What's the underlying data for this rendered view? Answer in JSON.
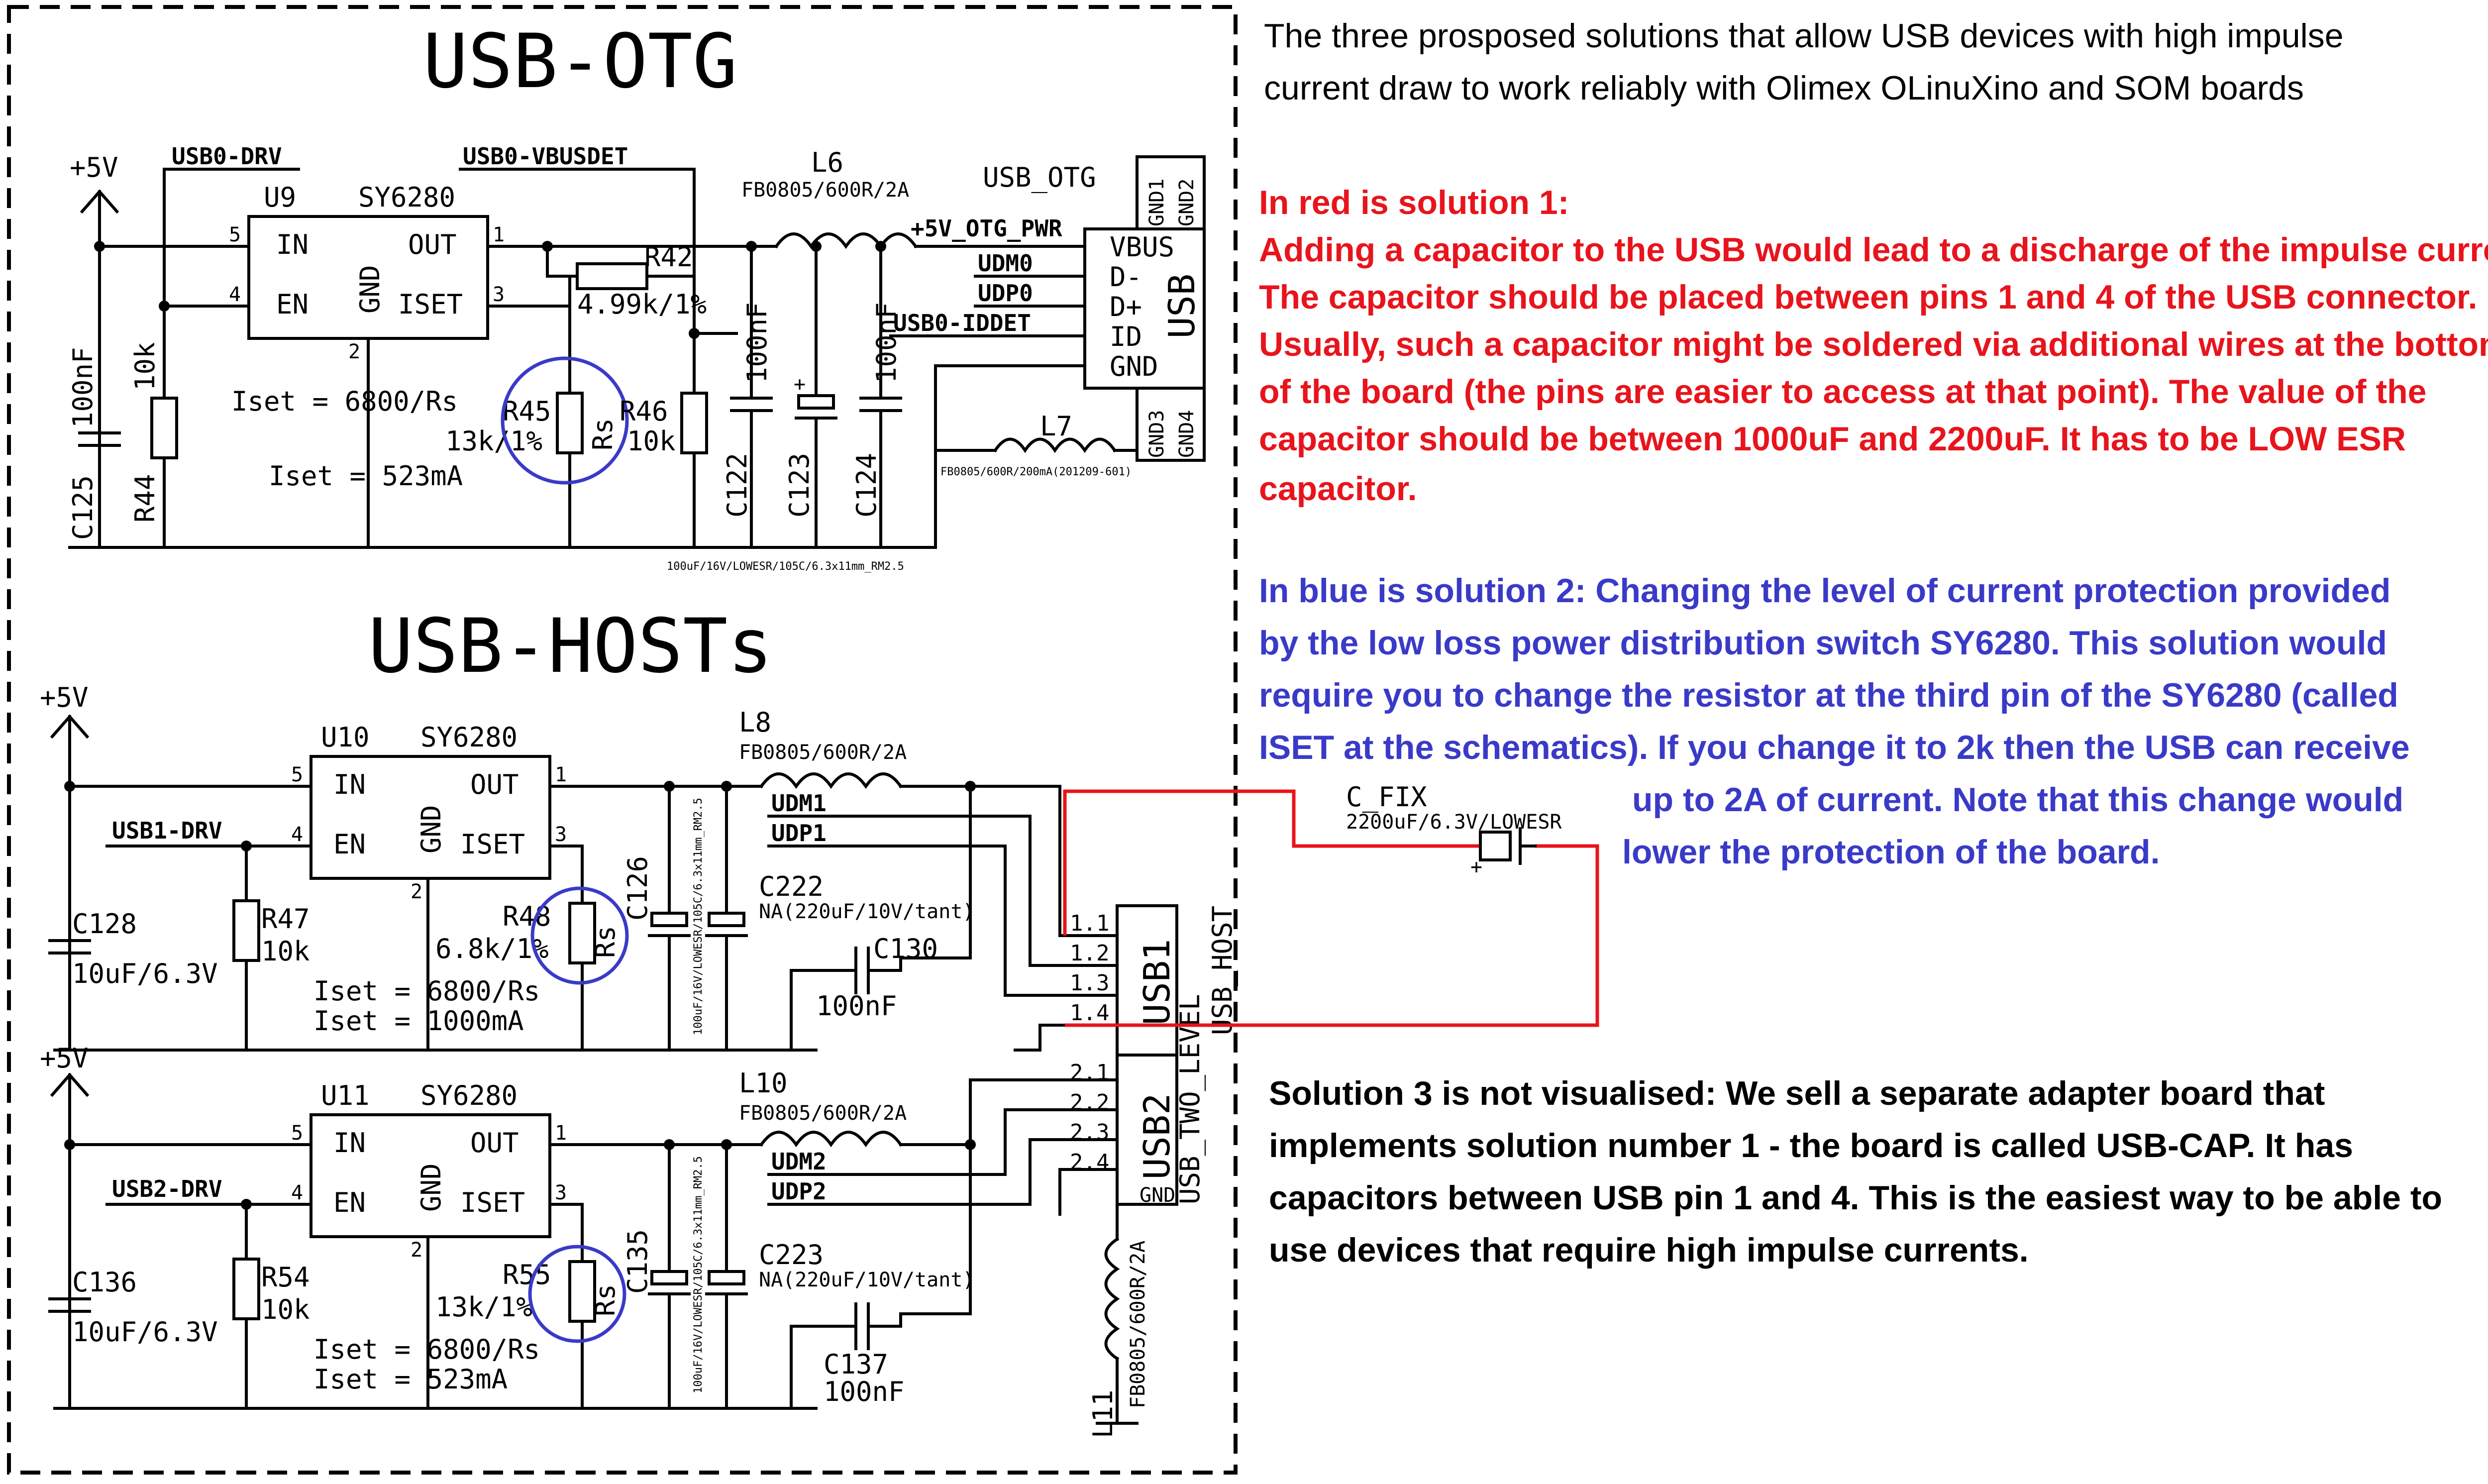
{
  "titles": {
    "otg": "USB-OTG",
    "hosts": "USB-HOSTs"
  },
  "notes": {
    "intro": [
      "The three prosposed solutions that allow USB devices with high impulse",
      "current draw to work reliably with Olimex OLinuXino and SOM boards"
    ],
    "red": [
      "In red is solution 1:",
      "Adding a capacitor to the USB would lead to a discharge of the impulse currents.",
      "The capacitor should be placed between pins 1 and 4 of the USB connector.",
      "Usually, such a capacitor might be soldered via additional wires at the bottom",
      "of the board (the pins are easier to access at that point). The value of the",
      "capacitor should be between 1000uF and 2200uF. It has to be LOW ESR",
      "capacitor."
    ],
    "blue": [
      "In blue is solution 2: Changing the level of current protection provided",
      "by the low loss power distribution switch SY6280. This solution would",
      "require you to change the resistor at the third pin of the SY6280 (called",
      "ISET at the schematics). If you change it to 2k then the USB can receive",
      "up to 2A of current. Note that this change would",
      "lower the protection of the board."
    ],
    "black": [
      "Solution 3 is not visualised: We sell a separate adapter board that",
      "implements solution number 1 - the board is called USB-CAP. It has",
      "capacitors between USB pin 1 and 4. This is the easiest way to be able to",
      "use devices that require high impulse currents."
    ]
  },
  "colors": {
    "red": "#e8141c",
    "blue": "#3a3ac8",
    "black": "#000000"
  },
  "otg": {
    "vin": "+5V",
    "usb0_drv": "USB0-DRV",
    "usb0_vbusdet": "USB0-VBUSDET",
    "u9": {
      "ref": "U9",
      "part": "SY6280",
      "in": "IN",
      "en": "EN",
      "out": "OUT",
      "iset": "ISET",
      "gnd": "GND",
      "pin5": "5",
      "pin4": "4",
      "pin1": "1",
      "pin3": "3",
      "pin2": "2"
    },
    "r42": {
      "ref": "R42",
      "value": "4.99k/1%"
    },
    "iset_formula": "Iset = 6800/Rs",
    "iset_value": "Iset = 523mA",
    "r45": {
      "ref": "R45",
      "value": "13k/1%",
      "rs": "Rs"
    },
    "r46": {
      "ref": "R46",
      "value": "10k"
    },
    "c125": {
      "ref": "C125",
      "value": "100nF"
    },
    "r44": {
      "ref": "R44",
      "value": "10k"
    },
    "l6": {
      "ref": "L6",
      "value": "FB0805/600R/2A"
    },
    "net_otg_pwr": "+5V_OTG_PWR",
    "udm0": "UDM0",
    "udp0": "UDP0",
    "iddet": "USB0-IDDET",
    "c122": {
      "ref": "C122",
      "value": "100nF"
    },
    "c123": {
      "ref": "C123",
      "value": "100uF/16V/LOWESR/105C/6.3x11mm_RM2.5"
    },
    "c124": {
      "ref": "C124",
      "value": "100nF"
    },
    "l7": {
      "ref": "L7",
      "value": "FB0805/600R/200mA(201209-601)"
    },
    "conn": {
      "ref": "USB_OTG",
      "name": "USB",
      "vbus": "VBUS",
      "dm": "D-",
      "dp": "D+",
      "id": "ID",
      "gnd": "GND",
      "gnd1": "GND1",
      "gnd2": "GND2",
      "gnd3": "GND3",
      "gnd4": "GND4"
    }
  },
  "hosts": {
    "vin": "+5V",
    "u10": {
      "ref": "U10",
      "part": "SY6280",
      "drv": "USB1-DRV",
      "in": "IN",
      "en": "EN",
      "out": "OUT",
      "iset": "ISET",
      "gnd": "GND",
      "pin5": "5",
      "pin4": "4",
      "pin1": "1",
      "pin3": "3",
      "pin2": "2"
    },
    "u11": {
      "ref": "U11",
      "part": "SY6280",
      "drv": "USB2-DRV",
      "in": "IN",
      "en": "EN",
      "out": "OUT",
      "iset": "ISET",
      "gnd": "GND",
      "pin5": "5",
      "pin4": "4",
      "pin1": "1",
      "pin3": "3",
      "pin2": "2"
    },
    "c128": {
      "ref": "C128",
      "value": "10uF/6.3V"
    },
    "c136": {
      "ref": "C136",
      "value": "10uF/6.3V"
    },
    "r47": {
      "ref": "R47",
      "value": "10k"
    },
    "r54": {
      "ref": "R54",
      "value": "10k"
    },
    "r48": {
      "ref": "R48",
      "value": "6.8k/1%",
      "rs": "Rs"
    },
    "r55": {
      "ref": "R55",
      "value": "13k/1%",
      "rs": "Rs"
    },
    "iset1_formula": "Iset = 6800/Rs",
    "iset1_value": "Iset = 1000mA",
    "iset2_formula": "Iset = 6800/Rs",
    "iset2_value": "Iset = 523mA",
    "c126": {
      "ref": "C126",
      "value": "100uF/16V/LOWESR/105C/6.3x11mm_RM2.5"
    },
    "c135": {
      "ref": "C135",
      "value": "100uF/16V/LOWESR/105C/6.3x11mm_RM2.5"
    },
    "c222": {
      "ref": "C222",
      "value": "NA(220uF/10V/tant)"
    },
    "c223": {
      "ref": "C223",
      "value": "NA(220uF/10V/tant)"
    },
    "c130": {
      "ref": "C130",
      "value": "100nF"
    },
    "c137": {
      "ref": "C137",
      "value": "100nF"
    },
    "l8": {
      "ref": "L8",
      "value": "FB0805/600R/2A"
    },
    "l10": {
      "ref": "L10",
      "value": "FB0805/600R/2A"
    },
    "l11": {
      "ref": "L11",
      "value": "FB0805/600R/2A"
    },
    "udm1": "UDM1",
    "udp1": "UDP1",
    "udm2": "UDM2",
    "udp2": "UDP2",
    "usb1": "USB1",
    "usb2": "USB2",
    "conn_name": "USB_TWO_LEVEL",
    "conn_host": "USB_HOST",
    "conn_gnd": "GND",
    "pins1": [
      "1.1",
      "1.2",
      "1.3",
      "1.4"
    ],
    "pins2": [
      "2.1",
      "2.2",
      "2.3",
      "2.4"
    ],
    "cfix": {
      "ref": "C_FIX",
      "value": "2200uF/6.3V/LOWESR",
      "plus": "+"
    }
  }
}
